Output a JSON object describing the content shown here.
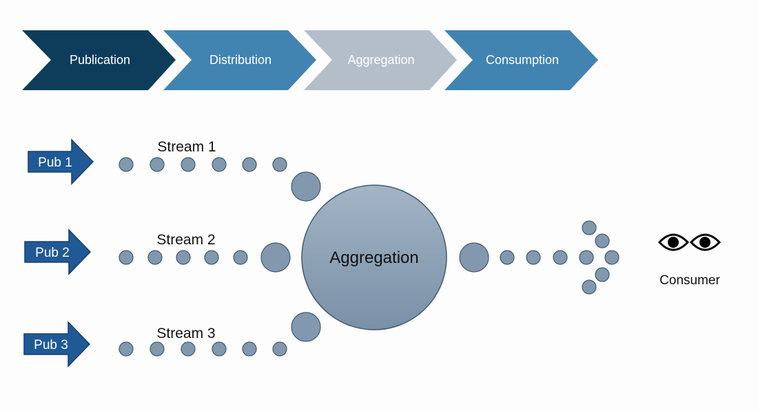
{
  "pipeline": {
    "steps": [
      {
        "label": "Publication",
        "color": "#0e3d5c"
      },
      {
        "label": "Distribution",
        "color": "#4183b1"
      },
      {
        "label": "Aggregation",
        "color": "#b3bec9"
      },
      {
        "label": "Consumption",
        "color": "#4183b1"
      }
    ],
    "text_color": "#ffffff"
  },
  "publishers": [
    {
      "label": "Pub 1"
    },
    {
      "label": "Pub 2"
    },
    {
      "label": "Pub 3"
    }
  ],
  "streams": [
    {
      "label": "Stream 1"
    },
    {
      "label": "Stream 2"
    },
    {
      "label": "Stream 3"
    }
  ],
  "aggregator": {
    "label": "Aggregation"
  },
  "consumer": {
    "label": "Consumer",
    "icon": "eyes-icon"
  },
  "colors": {
    "publisher_fill": "#1f5a96",
    "publisher_stroke": "#163f6b",
    "dot_fill": "#8198ae",
    "dot_stroke": "#3f5870",
    "aggregator_top": "#a3b4c5",
    "aggregator_bottom": "#7990a7",
    "text": "#111111"
  }
}
